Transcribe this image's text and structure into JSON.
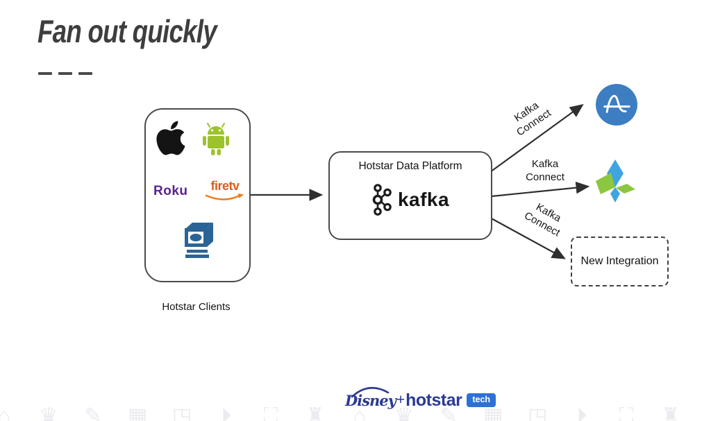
{
  "title": {
    "text": "Fan out quickly"
  },
  "clients": {
    "caption": "Hotstar Clients",
    "roku": "Roku",
    "firetv": "firetv"
  },
  "platform": {
    "name": "Hotstar Data Platform",
    "kafka": "kafka"
  },
  "connections": [
    {
      "label_line1": "Kafka",
      "label_line2": "Connect",
      "target": "amplitude-logo"
    },
    {
      "label_line1": "Kafka",
      "label_line2": "Connect",
      "target": "pinwheel-logo"
    },
    {
      "label_line1": "Kafka",
      "label_line2": "Connect",
      "target": "new-integration"
    }
  ],
  "new_integration": {
    "label": "New Integration"
  },
  "footer": {
    "disney": "Disney",
    "plus": "+",
    "hotstar": "hotstar",
    "badge": "tech"
  },
  "colors": {
    "title": "#3e3e3e",
    "box_border": "#4a4a4a",
    "arrow": "#2f2f2f",
    "amplitude_blue": "#3d7ec2",
    "pinwheel_blue": "#3fa4e0",
    "pinwheel_green": "#8dc63f",
    "roku_purple": "#59248f",
    "firetv_orange": "#d85c26",
    "android_green": "#9cc22d",
    "apple_black": "#141414",
    "tv_client_blue": "#2a6496",
    "brand_blue": "#2b3a92",
    "badge_blue": "#2e71d6"
  },
  "watermark": {
    "glyphs": [
      "⌂",
      "♛",
      "✎",
      "▦",
      "◳",
      "⏵",
      "⛶",
      "♜"
    ],
    "count": 16
  }
}
